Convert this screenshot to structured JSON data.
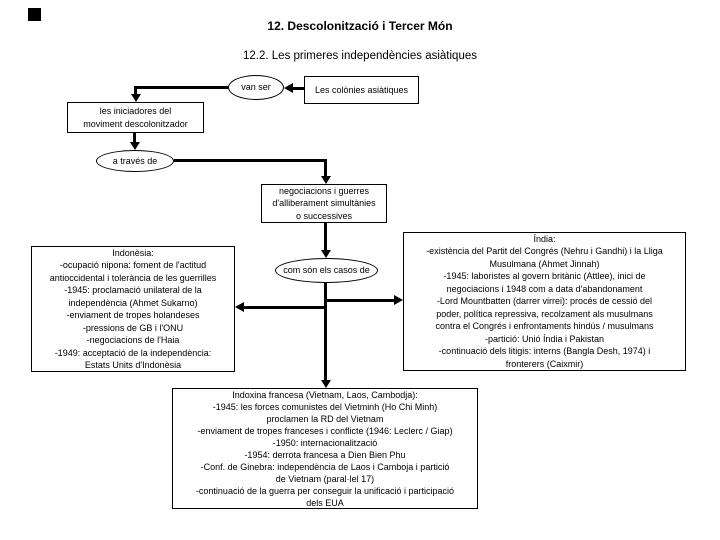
{
  "slide": {
    "title": "12. Descolonització i Tercer Món",
    "subtitle": "12.2. Les primeres independències asiàtiques",
    "ink_color": "#000000",
    "paper_color": "#ffffff"
  },
  "diagram": {
    "connector_labels": {
      "van_ser": "van ser",
      "a_traves_de": "a través de",
      "com_son_els_casos_de": "com són els casos de"
    },
    "nodes": {
      "colonies_asiatiques": "Les colònies asiàtiques",
      "iniciadores": [
        "les iniciadores del",
        "moviment descolonitzador"
      ],
      "negociacions": [
        "negociacions i guerres",
        "d'alliberament simultànies",
        "o successives"
      ],
      "indonesia": [
        "Indonèsia:",
        "-ocupació nipona: foment de l'actitud",
        "antioccidental i tolerància de les guerrilles",
        "-1945: proclamació unilateral de la",
        "independència (Ahmet Sukarno)",
        "-enviament de tropes holandeses",
        "-pressions de GB i l'ONU",
        "-negociacions de l'Haia",
        "-1949: acceptació de la independència:",
        "Estats Units d'Indonèsia"
      ],
      "india": [
        "Índia:",
        "-existència del Partit del Congrés (Nehru i Gandhi) i la Lliga",
        "Musulmana (Ahmet Jinnah)",
        "-1945: laboristes al govern britànic (Attlee), inici de",
        "negociacions i 1948 com a data d'abandonament",
        "-Lord Mountbatten (darrer virrei): procés de cessió del",
        "poder, política repressiva, recolzament als musulmans",
        "contra el Congrés i enfrontaments hindús / musulmans",
        "-partició: Unió Índia i Pakistan",
        "-continuació dels litigis: interns (Bangla Desh, 1974) i",
        "fronterers (Caixmir)"
      ],
      "indoxina": [
        "Indoxina francesa (Vietnam, Laos, Cambodja):",
        "-1945: les forces comunistes del Vietminh (Ho Chi Minh)",
        "proclamen la RD del Vietnam",
        "-enviament de tropes franceses i conflicte (1946: Leclerc / Giap)",
        "-1950: internacionalització",
        "-1954: derrota francesa a Dien Bien Phu",
        "-Conf. de Ginebra: independència de Laos i Camboja i partició",
        "de Vietnam (paral·lel 17)",
        "-continuació de la guerra per conseguir la unificació i participació",
        "dels EUA"
      ]
    }
  }
}
